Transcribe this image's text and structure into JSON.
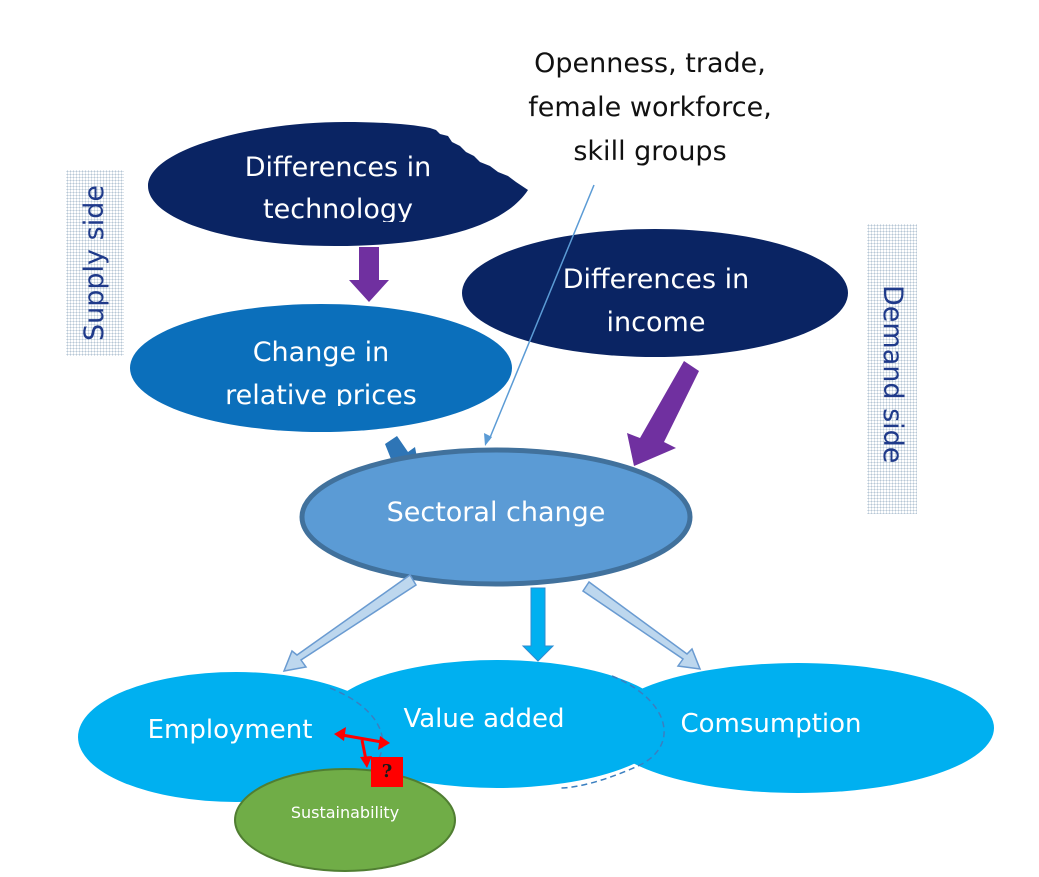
{
  "nodes": {
    "technology": {
      "line1": "Differences in",
      "line2": "technology"
    },
    "prices": {
      "line1": "Change in",
      "line2": "relative prices"
    },
    "income": {
      "line1": "Differences in",
      "line2": "income"
    },
    "sectoral": {
      "label": "Sectoral change"
    },
    "employment": {
      "label": "Employment"
    },
    "value_added": {
      "label": "Value added"
    },
    "consumption": {
      "label": "Comsumption"
    },
    "sustainability": {
      "label": "Sustainability"
    }
  },
  "annotations": {
    "factors": {
      "line1": "Openness, trade,",
      "line2": "female workforce,",
      "line3": "skill groups"
    },
    "supply_side": "Supply side",
    "demand_side": "Demand side",
    "question_mark": "?"
  },
  "colors": {
    "dark_navy": "#0a2463",
    "mid_blue": "#0b6fbb",
    "light_blue": "#5b9bd5",
    "cyan": "#00b0f0",
    "green": "#70ad47",
    "purple": "#7030a0",
    "red": "#ff0000"
  }
}
